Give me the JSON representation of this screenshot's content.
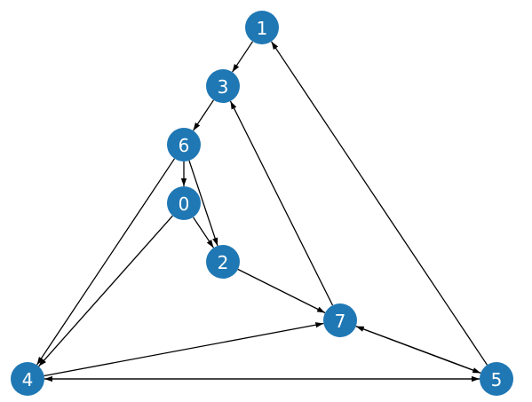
{
  "graph": {
    "node_color": "#1f78b4",
    "edge_color": "#000000",
    "label_color": "#ffffff",
    "directed": true,
    "nodes": [
      {
        "id": "0",
        "label": "0"
      },
      {
        "id": "1",
        "label": "1"
      },
      {
        "id": "2",
        "label": "2"
      },
      {
        "id": "3",
        "label": "3"
      },
      {
        "id": "4",
        "label": "4"
      },
      {
        "id": "5",
        "label": "5"
      },
      {
        "id": "6",
        "label": "6"
      },
      {
        "id": "7",
        "label": "7"
      }
    ],
    "edges": [
      {
        "source": "1",
        "target": "3"
      },
      {
        "source": "3",
        "target": "6"
      },
      {
        "source": "6",
        "target": "0"
      },
      {
        "source": "6",
        "target": "2"
      },
      {
        "source": "6",
        "target": "4"
      },
      {
        "source": "0",
        "target": "2"
      },
      {
        "source": "0",
        "target": "4"
      },
      {
        "source": "2",
        "target": "7"
      },
      {
        "source": "7",
        "target": "3"
      },
      {
        "source": "7",
        "target": "5"
      },
      {
        "source": "5",
        "target": "7"
      },
      {
        "source": "5",
        "target": "1"
      },
      {
        "source": "5",
        "target": "4"
      },
      {
        "source": "4",
        "target": "5"
      },
      {
        "source": "4",
        "target": "7"
      }
    ]
  }
}
